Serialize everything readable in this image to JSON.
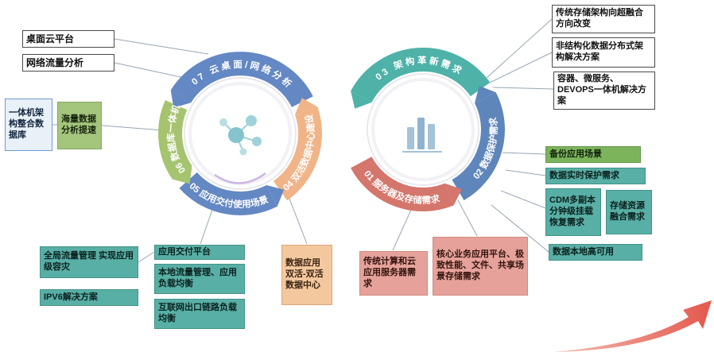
{
  "rings": {
    "left": {
      "seg07": {
        "label": "07 云桌面/网络分析"
      },
      "seg06": {
        "label": "06 数据库一体机"
      },
      "seg05": {
        "label": "05 应用交付使用场景"
      },
      "seg04": {
        "label": "04 双活数据中心建设"
      }
    },
    "right": {
      "seg03": {
        "label": "03 架构革新需求"
      },
      "seg02": {
        "label": "02 数据保护需求"
      },
      "seg01": {
        "label": "01 服务器及存储需求"
      }
    }
  },
  "boxes": {
    "desktop_cloud": {
      "label": "桌面云平台"
    },
    "network_traffic": {
      "label": "网络流量分析"
    },
    "appliance_arch": {
      "label": "一体机架构整合数据库"
    },
    "mass_data_speedup": {
      "label": "海量数据分析提速"
    },
    "global_traffic": {
      "label": "全局流量管理 实现应用级容灾"
    },
    "ipv6": {
      "label": "IPV6解决方案"
    },
    "app_delivery": {
      "label": "应用交付平台"
    },
    "local_traffic": {
      "label": "本地流量管理、应用负载均衡"
    },
    "internet_egress": {
      "label": "互联网出口链路负载均衡"
    },
    "dual_active_dc": {
      "label": "数据应用双活-双活数据中心"
    },
    "traditional_cloud_compute": {
      "label": "传统计算和云应用服务器需求"
    },
    "core_business_storage": {
      "label": "核心业务应用平台、极致性能、文件、共享场景存储需求"
    },
    "storage_hyperconverged": {
      "label": "传统存储架构向超融合方向改变"
    },
    "unstructured_distributed": {
      "label": "非结构化数据分布式架构解决方案"
    },
    "container_devops": {
      "label": "容器、微服务、DEVOPS一体机解决方案"
    },
    "backup_scenario": {
      "label": "备份应用场景"
    },
    "realtime_protection": {
      "label": "数据实时保护需求"
    },
    "cdm_recovery": {
      "label": "CDM多副本分钟级挂载恢复需求"
    },
    "storage_resource_fusion": {
      "label": "存储资源融合需求"
    },
    "data_local_ha": {
      "label": "数据本地高可用"
    }
  },
  "palette": {
    "arc_blue": "#6488c4",
    "arc_green": "#a6c470",
    "arc_orange": "#f0b488",
    "arc_teal": "#4eb2a8",
    "arc_steel_blue": "#5e86bb",
    "arc_red": "#d4766c",
    "box_teal": "#58afa6",
    "box_green": "#7cb45c",
    "box_pink": "#e6a29a",
    "box_orange": "#f4c89f",
    "swoosh_red": "#e4574c",
    "icon_teal": "#85c3cd",
    "icon_steel": "#a4c2d8"
  }
}
